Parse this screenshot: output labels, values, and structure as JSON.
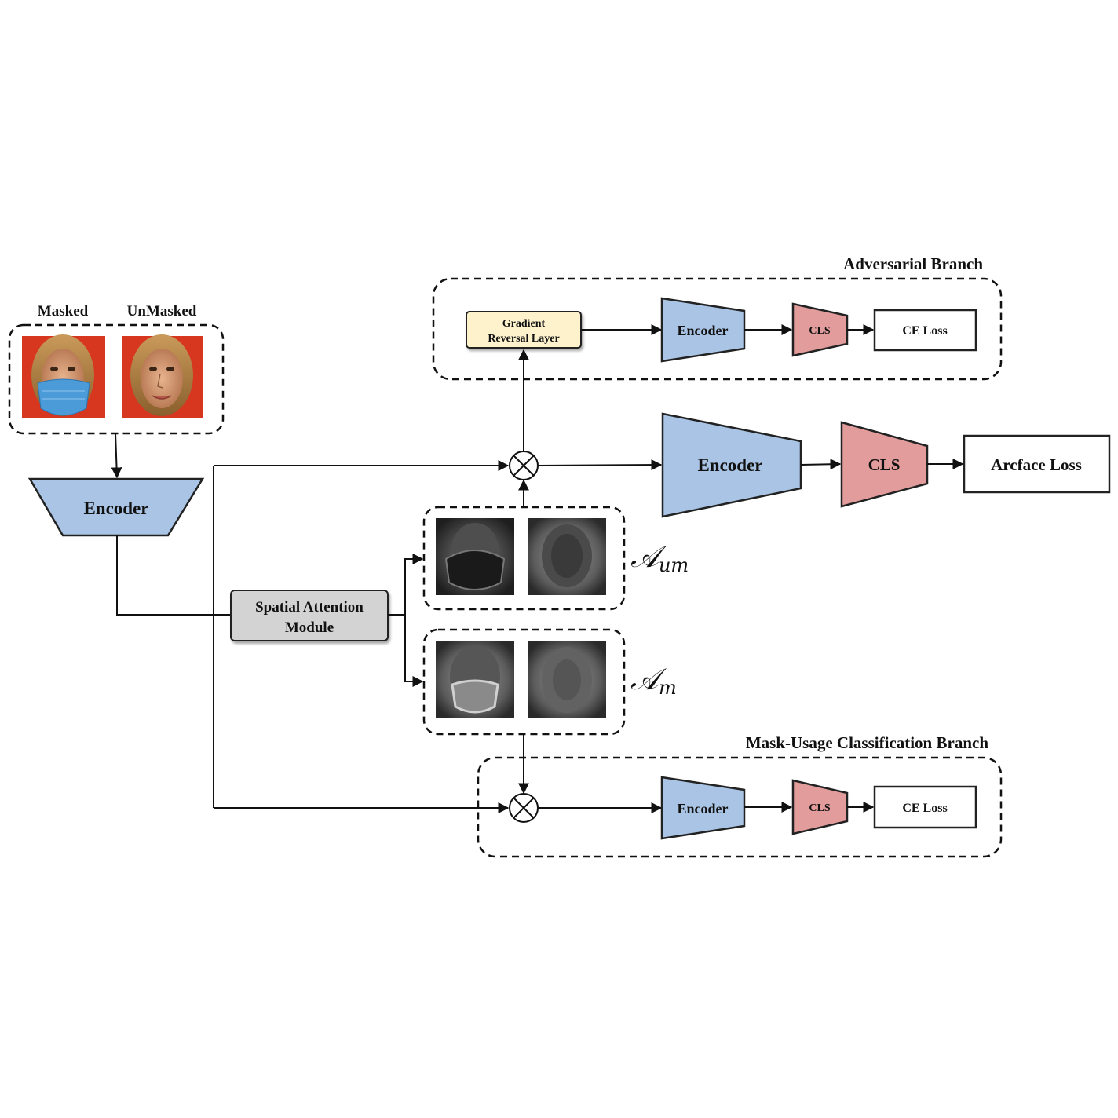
{
  "colors": {
    "encoder_fill": "#a9c4e4",
    "cls_fill": "#e39c9c",
    "grl_fill": "#fdf2cc",
    "sam_fill": "#d3d3d3",
    "face_bg": "#d7361f",
    "mask_blue": "#4a9bd8",
    "line": "#111111"
  },
  "inputs": {
    "masked_label": "Masked",
    "unmasked_label": "UnMasked"
  },
  "backbone": {
    "encoder_label": "Encoder"
  },
  "spatial_attention": {
    "label_line1": "Spatial Attention",
    "label_line2": "Module"
  },
  "attention_maps": {
    "unmasked_symbol": "𝒜",
    "unmasked_subscript": "um",
    "masked_symbol": "𝒜",
    "masked_subscript": "m"
  },
  "operators": {
    "multiply_symbol": "⊗"
  },
  "adversarial_branch": {
    "title": "Adversarial Branch",
    "grl_line1": "Gradient",
    "grl_line2": "Reversal Layer",
    "encoder_label": "Encoder",
    "cls_label": "CLS",
    "loss_label": "CE Loss"
  },
  "main_branch": {
    "encoder_label": "Encoder",
    "cls_label": "CLS",
    "loss_label": "Arcface Loss"
  },
  "mask_usage_branch": {
    "title": "Mask-Usage Classification Branch",
    "encoder_label": "Encoder",
    "cls_label": "CLS",
    "loss_label": "CE Loss"
  }
}
